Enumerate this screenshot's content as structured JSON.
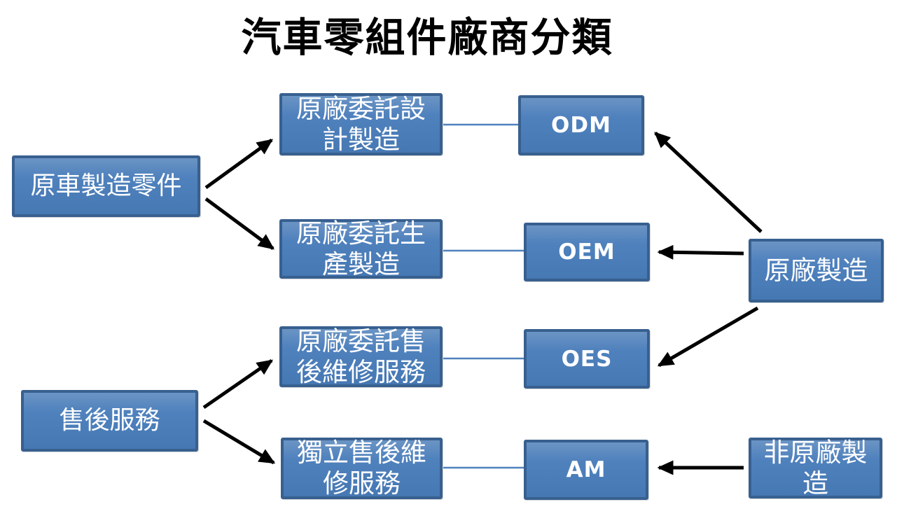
{
  "title": "汽車零組件廠商分類",
  "diagram": {
    "left_nodes": [
      {
        "label": "原車製造零件"
      },
      {
        "label": "售後服務"
      }
    ],
    "process_nodes": [
      {
        "label": "原廠委託設計製造"
      },
      {
        "label": "原廠委託生產製造"
      },
      {
        "label": "原廠委託售後維修服務"
      },
      {
        "label": "獨立售後維修服務"
      }
    ],
    "acronym_nodes": [
      {
        "label": "ODM"
      },
      {
        "label": "OEM"
      },
      {
        "label": "OES"
      },
      {
        "label": "AM"
      }
    ],
    "source_nodes": [
      {
        "label": "原廠製造"
      },
      {
        "label": "非原廠製造"
      }
    ],
    "edges": [
      {
        "from": "原車製造零件",
        "to": "原廠委託設計製造",
        "style": "black-arrow"
      },
      {
        "from": "原車製造零件",
        "to": "原廠委託生產製造",
        "style": "black-arrow"
      },
      {
        "from": "售後服務",
        "to": "原廠委託售後維修服務",
        "style": "black-arrow"
      },
      {
        "from": "售後服務",
        "to": "獨立售後維修服務",
        "style": "black-arrow"
      },
      {
        "from": "原廠委託設計製造",
        "to": "ODM",
        "style": "blue-line"
      },
      {
        "from": "原廠委託生產製造",
        "to": "OEM",
        "style": "blue-line"
      },
      {
        "from": "原廠委託售後維修服務",
        "to": "OES",
        "style": "blue-line"
      },
      {
        "from": "獨立售後維修服務",
        "to": "AM",
        "style": "blue-line"
      },
      {
        "from": "原廠製造",
        "to": "ODM",
        "style": "black-arrow"
      },
      {
        "from": "原廠製造",
        "to": "OEM",
        "style": "black-arrow"
      },
      {
        "from": "原廠製造",
        "to": "OES",
        "style": "black-arrow"
      },
      {
        "from": "非原廠製造",
        "to": "AM",
        "style": "black-arrow"
      }
    ],
    "colors": {
      "node_fill": "#4f81bd",
      "node_border": "#38608f",
      "node_text": "#ffffff",
      "connector_blue": "#4f81bd",
      "arrow_black": "#000000",
      "background": "#ffffff",
      "title_color": "#000000"
    }
  }
}
